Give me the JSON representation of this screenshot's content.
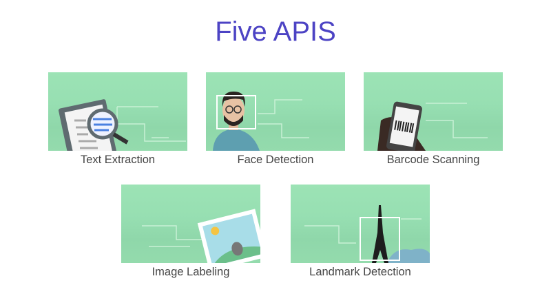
{
  "title": "Five APIS",
  "cards": [
    {
      "label": "Text Extraction",
      "icon": "clipboard-magnifier-icon"
    },
    {
      "label": "Face Detection",
      "icon": "face-icon"
    },
    {
      "label": "Barcode Scanning",
      "icon": "phone-barcode-icon"
    },
    {
      "label": "Image Labeling",
      "icon": "photo-dog-icon"
    },
    {
      "label": "Landmark Detection",
      "icon": "eiffel-tower-icon"
    }
  ]
}
